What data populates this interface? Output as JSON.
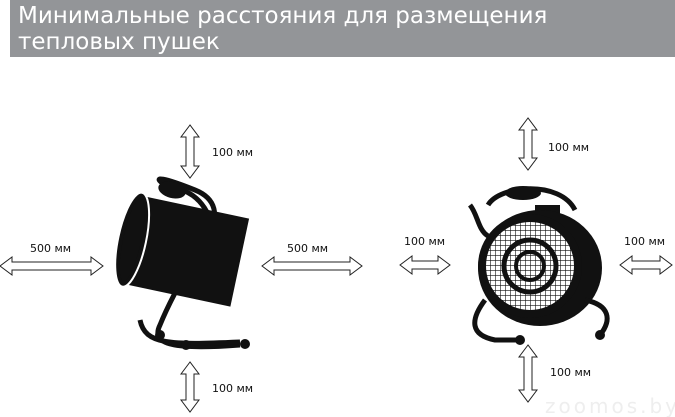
{
  "title": {
    "line1": "Минимальные расстояния для размещения",
    "line2": "тепловых пушек"
  },
  "left_heater": {
    "top": "100 мм",
    "bottom": "100 мм",
    "left": "500 мм",
    "right": "500 мм"
  },
  "right_heater": {
    "top": "100 мм",
    "bottom": "100 мм",
    "left": "100 мм",
    "right": "100 мм"
  },
  "watermark": "zoomos.by"
}
